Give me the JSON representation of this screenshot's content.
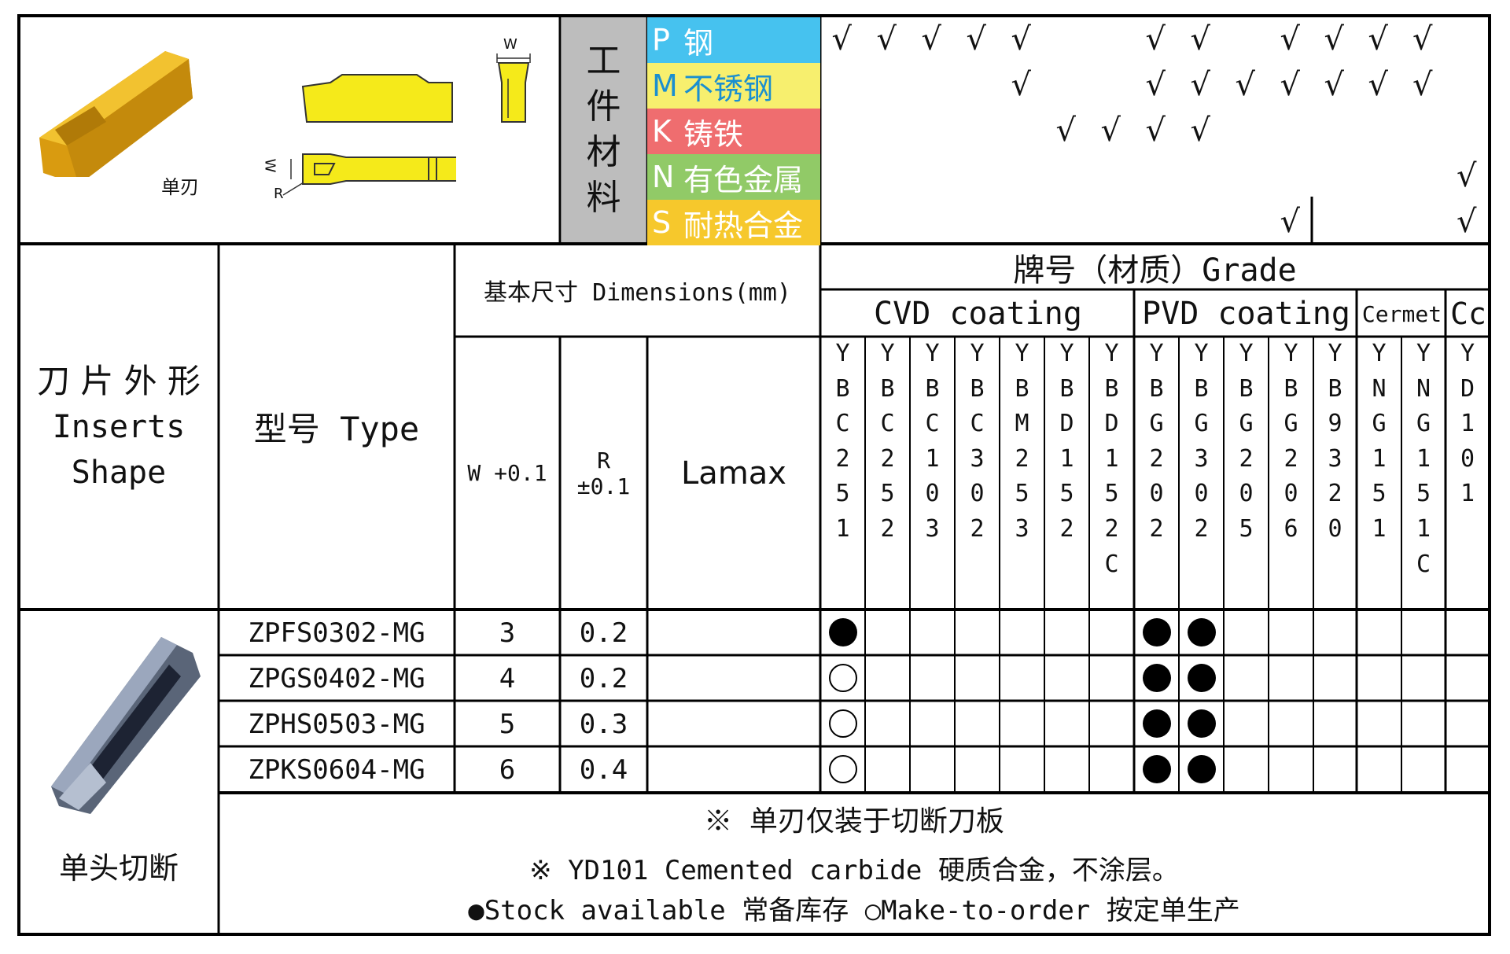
{
  "top": {
    "insert_label": "单刃",
    "diagram_w_label": "W",
    "diagram_w_label_side": "W",
    "diagram_r_label": "R",
    "workpiece_material_label": "工件材料",
    "materials": [
      {
        "code": "P",
        "name": "钢",
        "color": "#46c2ef",
        "text_color": "#ffffff"
      },
      {
        "code": "M",
        "name": "不锈钢",
        "color": "#f7ef6e",
        "text_color": "#1a8fd0"
      },
      {
        "code": "K",
        "name": "铸铁",
        "color": "#ef6d6f",
        "text_color": "#ffffff"
      },
      {
        "code": "N",
        "name": "有色金属",
        "color": "#91ca67",
        "text_color": "#ffffff"
      },
      {
        "code": "S",
        "name": "耐热合金",
        "color": "#f6c82c",
        "text_color": "#ffffff"
      }
    ],
    "tick_symbol": "√",
    "suitability": [
      [
        0,
        1,
        2,
        3,
        4,
        7,
        8,
        10,
        11,
        12,
        13
      ],
      [
        4,
        7,
        8,
        9,
        10,
        11,
        12,
        13
      ],
      [
        5,
        6,
        7,
        8
      ],
      [
        14
      ],
      [
        10,
        14
      ]
    ]
  },
  "header": {
    "shape_label_cn": "刀 片 外 形",
    "shape_label_en_1": "Inserts",
    "shape_label_en_2": "Shape",
    "type_label": "型号 Type",
    "dimensions_label": "基本尺寸 Dimensions(mm)",
    "w_label": "W +0.1",
    "r_label_1": "R",
    "r_label_2": "±0.1",
    "lamax_label": "Lamax",
    "grade_label": "牌号（材质）Grade",
    "groups": [
      "CVD coating",
      "PVD coating",
      "Cermet",
      "Cc"
    ],
    "grades": [
      "YBC251",
      "YBC252",
      "YBC103",
      "YBC302",
      "YBM253",
      "YBD152",
      "YBD152C",
      "YBG202",
      "YBG302",
      "YBG205",
      "YBG206",
      "YB9320",
      "YNG151",
      "YNG151C",
      "YD101"
    ]
  },
  "rows": [
    {
      "type": "ZPFS0302-MG",
      "w": "3",
      "r": "0.2",
      "lamax": "",
      "marks": {
        "0": "stock",
        "7": "stock",
        "8": "stock"
      }
    },
    {
      "type": "ZPGS0402-MG",
      "w": "4",
      "r": "0.2",
      "lamax": "",
      "marks": {
        "0": "order",
        "7": "stock",
        "8": "stock"
      }
    },
    {
      "type": "ZPHS0503-MG",
      "w": "5",
      "r": "0.3",
      "lamax": "",
      "marks": {
        "0": "order",
        "7": "stock",
        "8": "stock"
      }
    },
    {
      "type": "ZPKS0604-MG",
      "w": "6",
      "r": "0.4",
      "lamax": "",
      "marks": {
        "0": "order",
        "7": "stock",
        "8": "stock"
      }
    }
  ],
  "row_shape_label": "单头切断",
  "notes": {
    "note1": "※ 单刃仅装于切断刀板",
    "note2": "※ YD101 Cemented carbide 硬质合金，不涂层。",
    "legend": "●Stock available 常备库存 ○Make-to-order 按定单生产"
  },
  "colors": {
    "border": "#000000",
    "material_label_bg": "#bdbdbd",
    "insert_gold": "#e8b21a",
    "insert_yellow": "#f5ea1a",
    "insert_grey": "#5a6578"
  }
}
